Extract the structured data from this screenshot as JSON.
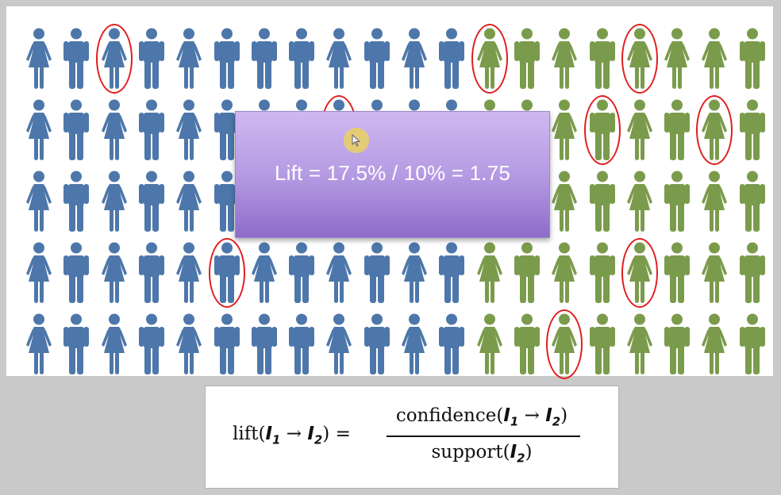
{
  "callout": {
    "text": "Lift = 17.5% / 10% = 1.75"
  },
  "formula": {
    "lhs_prefix": "lift(",
    "i1": "I",
    "i2": "I",
    "sub1": "1",
    "sub2": "2",
    "arrow": " → ",
    "lhs_suffix": ") =",
    "numerator_word": "confidence(",
    "close": ")",
    "denominator_word": "support("
  },
  "grid": {
    "rows": 5,
    "cols": 20,
    "colors": {
      "group_a": "#4d77aa",
      "group_b": "#7b9b4c",
      "highlight": "#e01e1e"
    },
    "blue_columns_per_row": [
      12,
      12,
      12,
      12,
      12
    ],
    "genders": [
      "FMFMFMMMFMFMFMFMFFFM",
      "FMFMFMFMFMFMFMFMFMFM",
      "FMFMFMFMFMFMFMFMFMFM",
      "FMFMFMFMFMFMFMFMFMFM",
      "FMFMFMMMFMFMFMFMFMFM"
    ],
    "highlighted_cells": [
      [
        0,
        2
      ],
      [
        0,
        12
      ],
      [
        0,
        16
      ],
      [
        1,
        8
      ],
      [
        1,
        15
      ],
      [
        1,
        18
      ],
      [
        3,
        5
      ],
      [
        3,
        16
      ],
      [
        4,
        14
      ]
    ]
  },
  "icons": {
    "person": "person-icon",
    "cursor": "cursor-icon"
  }
}
